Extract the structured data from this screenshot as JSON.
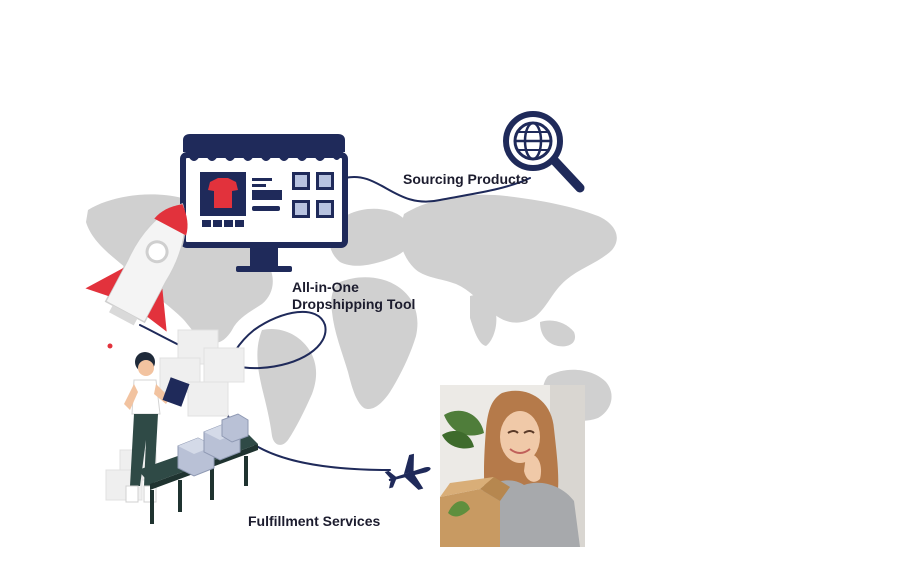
{
  "labels": {
    "sourcing": "Sourcing Products",
    "tool_line1": "All-in-One",
    "tool_line2": "Dropshipping Tool",
    "fulfillment": "Fulfillment Services"
  },
  "icons": {
    "storefront": "storefront-monitor-icon",
    "globe_search": "globe-magnifier-icon",
    "rocket": "rocket-icon",
    "airplane": "airplane-icon",
    "worker": "warehouse-worker-illustration",
    "conveyor": "conveyor-belt-icon",
    "customer": "happy-customer-photo"
  },
  "colors": {
    "navy": "#1f2a5a",
    "red": "#e2323c",
    "map_gray": "#cfcfcf",
    "text": "#1c1c2e"
  }
}
